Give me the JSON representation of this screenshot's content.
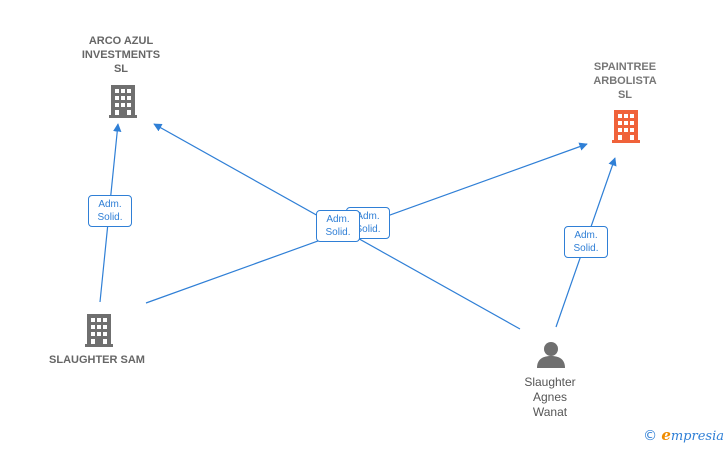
{
  "nodes": {
    "arco_azul": {
      "label": "ARCO AZUL\nINVESTMENTS\nSL",
      "icon": "building-icon",
      "color": "#6f6f6f"
    },
    "spaintree": {
      "label": "SPAINTREE\nARBOLISTA\nSL",
      "icon": "building-icon",
      "color": "#f0623a"
    },
    "slaughter_sam": {
      "label": "SLAUGHTER SAM",
      "icon": "building-icon",
      "color": "#6f6f6f"
    },
    "slaughter_agnes": {
      "label": "Slaughter\nAgnes\nWanat",
      "icon": "person-icon",
      "color": "#6f6f6f"
    }
  },
  "edges": [
    {
      "from": "slaughter_sam",
      "to": "arco_azul",
      "label": "Adm.\nSolid."
    },
    {
      "from": "slaughter_sam",
      "to": "spaintree",
      "label": "Adm.\nSolid."
    },
    {
      "from": "slaughter_agnes",
      "to": "arco_azul",
      "label": "Adm.\nSolid."
    },
    {
      "from": "slaughter_agnes",
      "to": "spaintree",
      "label": "Adm.\nSolid."
    }
  ],
  "colors": {
    "edge": "#2f7fd6",
    "accent": "#f0623a",
    "node": "#6f6f6f"
  },
  "brand": {
    "copyright": "©",
    "first_letter": "e",
    "rest": "mpresia"
  }
}
